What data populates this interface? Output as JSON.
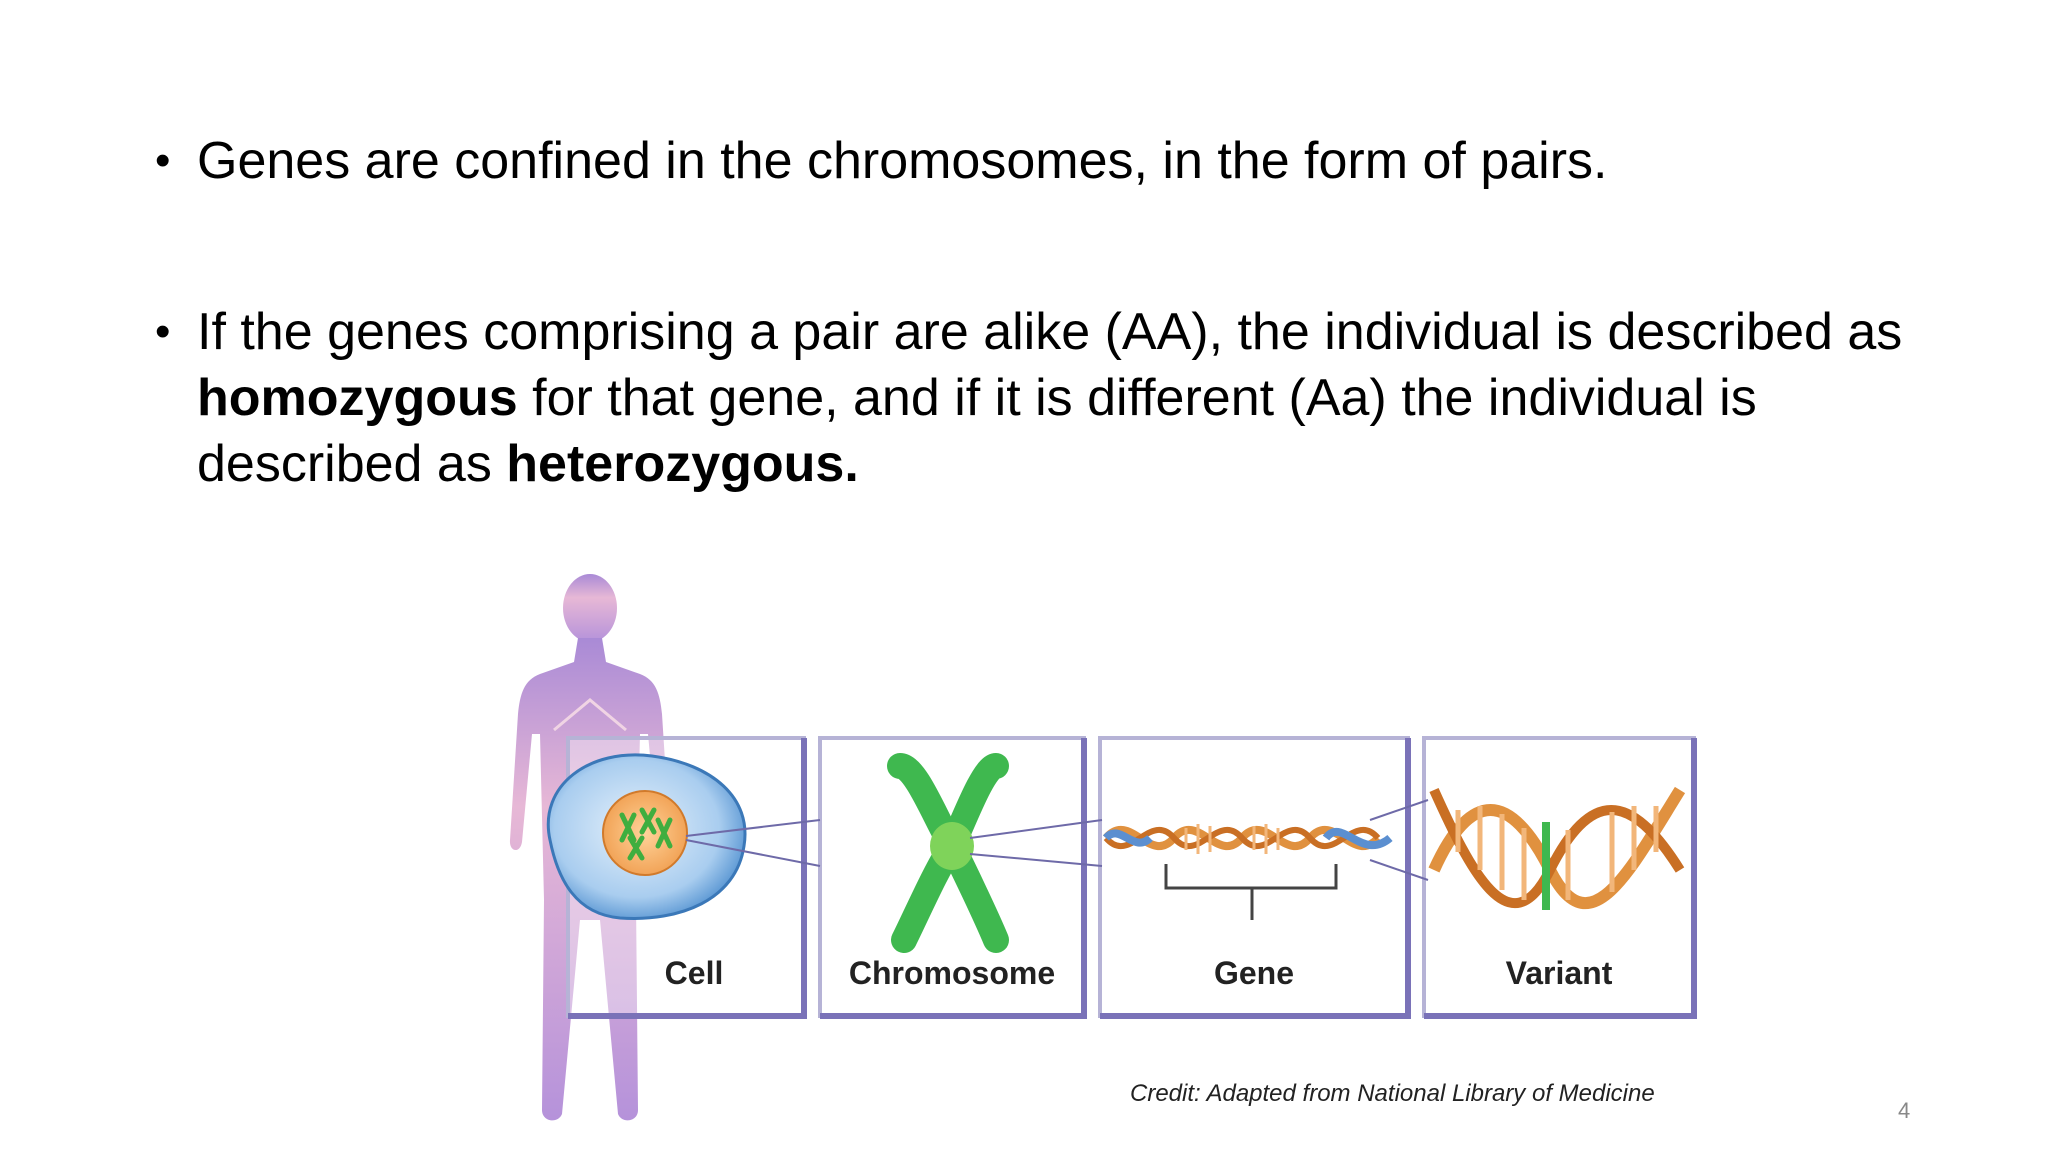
{
  "slide": {
    "bullets": [
      {
        "parts": [
          "Genes are confined in the chromosomes, in the form of pairs."
        ]
      },
      {
        "text1": "If the genes comprising a pair are alike (AA), the individual is described as ",
        "bold1": "homozygous",
        "text2": " for that gene, and if it is different (Aa) the individual is described as ",
        "bold2": "heterozygous."
      }
    ],
    "figure": {
      "labels": {
        "cell": "Cell",
        "chromosome": "Chromosome",
        "gene": "Gene",
        "variant": "Variant"
      },
      "credit": "Credit: Adapted from National Library of Medicine",
      "colors": {
        "human": "#b48fd6",
        "cell": "#7fb3e3",
        "nucleus": "#f3a35b",
        "chromosome": "#3fb84f",
        "dna": "#e0913f",
        "box_border": "#7a72b8"
      }
    },
    "page_number": "4"
  }
}
